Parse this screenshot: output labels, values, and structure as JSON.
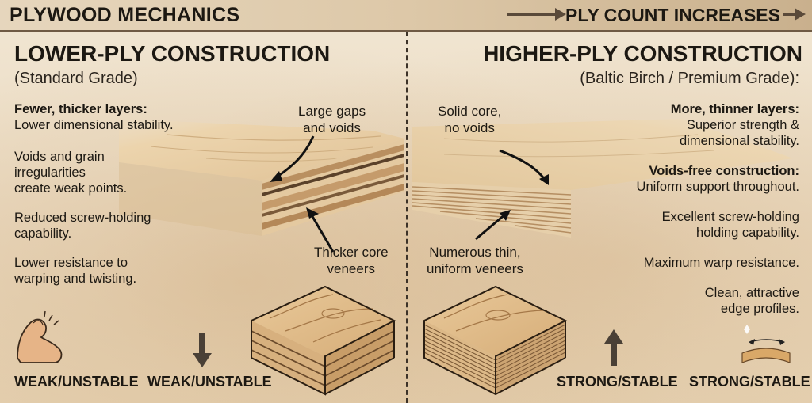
{
  "header": {
    "title": "PLYWOOD MECHANICS",
    "ply_label": "PLY COUNT INCREASES"
  },
  "left": {
    "heading": "LOWER-PLY CONSTRUCTION",
    "subheading": "(Standard Grade)",
    "features": [
      {
        "lines": [
          "Fewer, thicker layers:",
          "Lower dimensional stability."
        ],
        "bold_first": true
      },
      {
        "lines": [
          "Voids and grain",
          "irregularities",
          "create weak points."
        ],
        "bold_first": false
      },
      {
        "lines": [
          "Reduced screw-holding",
          "capability."
        ],
        "bold_first": false
      },
      {
        "lines": [
          "Lower resistance to",
          "warping and twisting."
        ],
        "bold_first": false
      }
    ],
    "callouts": {
      "gaps": [
        "Large gaps",
        "and voids"
      ],
      "veneers": [
        "Thicker core",
        "veneers"
      ]
    },
    "footer": [
      "WEAK/UNSTABLE",
      "WEAK/UNSTABLE"
    ]
  },
  "right": {
    "heading": "HIGHER-PLY CONSTRUCTION",
    "subheading": "(Baltic Birch / Premium Grade):",
    "features": [
      {
        "lines": [
          "More, thinner layers:",
          "Superior strength &",
          "dimensional stability."
        ],
        "bold_first": true
      },
      {
        "lines": [
          "Voids-free construction:",
          "Uniform support throughout."
        ],
        "bold_first": true
      },
      {
        "lines": [
          "Excellent screw-holding",
          "holding capability."
        ],
        "bold_first": false
      },
      {
        "lines": [
          "Maximum warp resistance."
        ],
        "bold_first": false
      },
      {
        "lines": [
          "Clean, attractive",
          "edge profiles."
        ],
        "bold_first": false
      }
    ],
    "callouts": {
      "core": [
        "Solid core,",
        "no voids"
      ],
      "veneers": [
        "Numerous thin,",
        "uniform veneers"
      ]
    },
    "footer": [
      "STRONG/STABLE",
      "STRONG/STABLE"
    ]
  },
  "icons": {
    "left": [
      "flexed-arm-icon",
      "down-arrow-icon"
    ],
    "right": [
      "up-arrow-icon",
      "flexing-board-icon"
    ]
  },
  "colors": {
    "wood_light": "#e8cfa6",
    "wood_mid": "#d7b689",
    "wood_dark": "#a8845a",
    "ink": "#1c1812"
  }
}
